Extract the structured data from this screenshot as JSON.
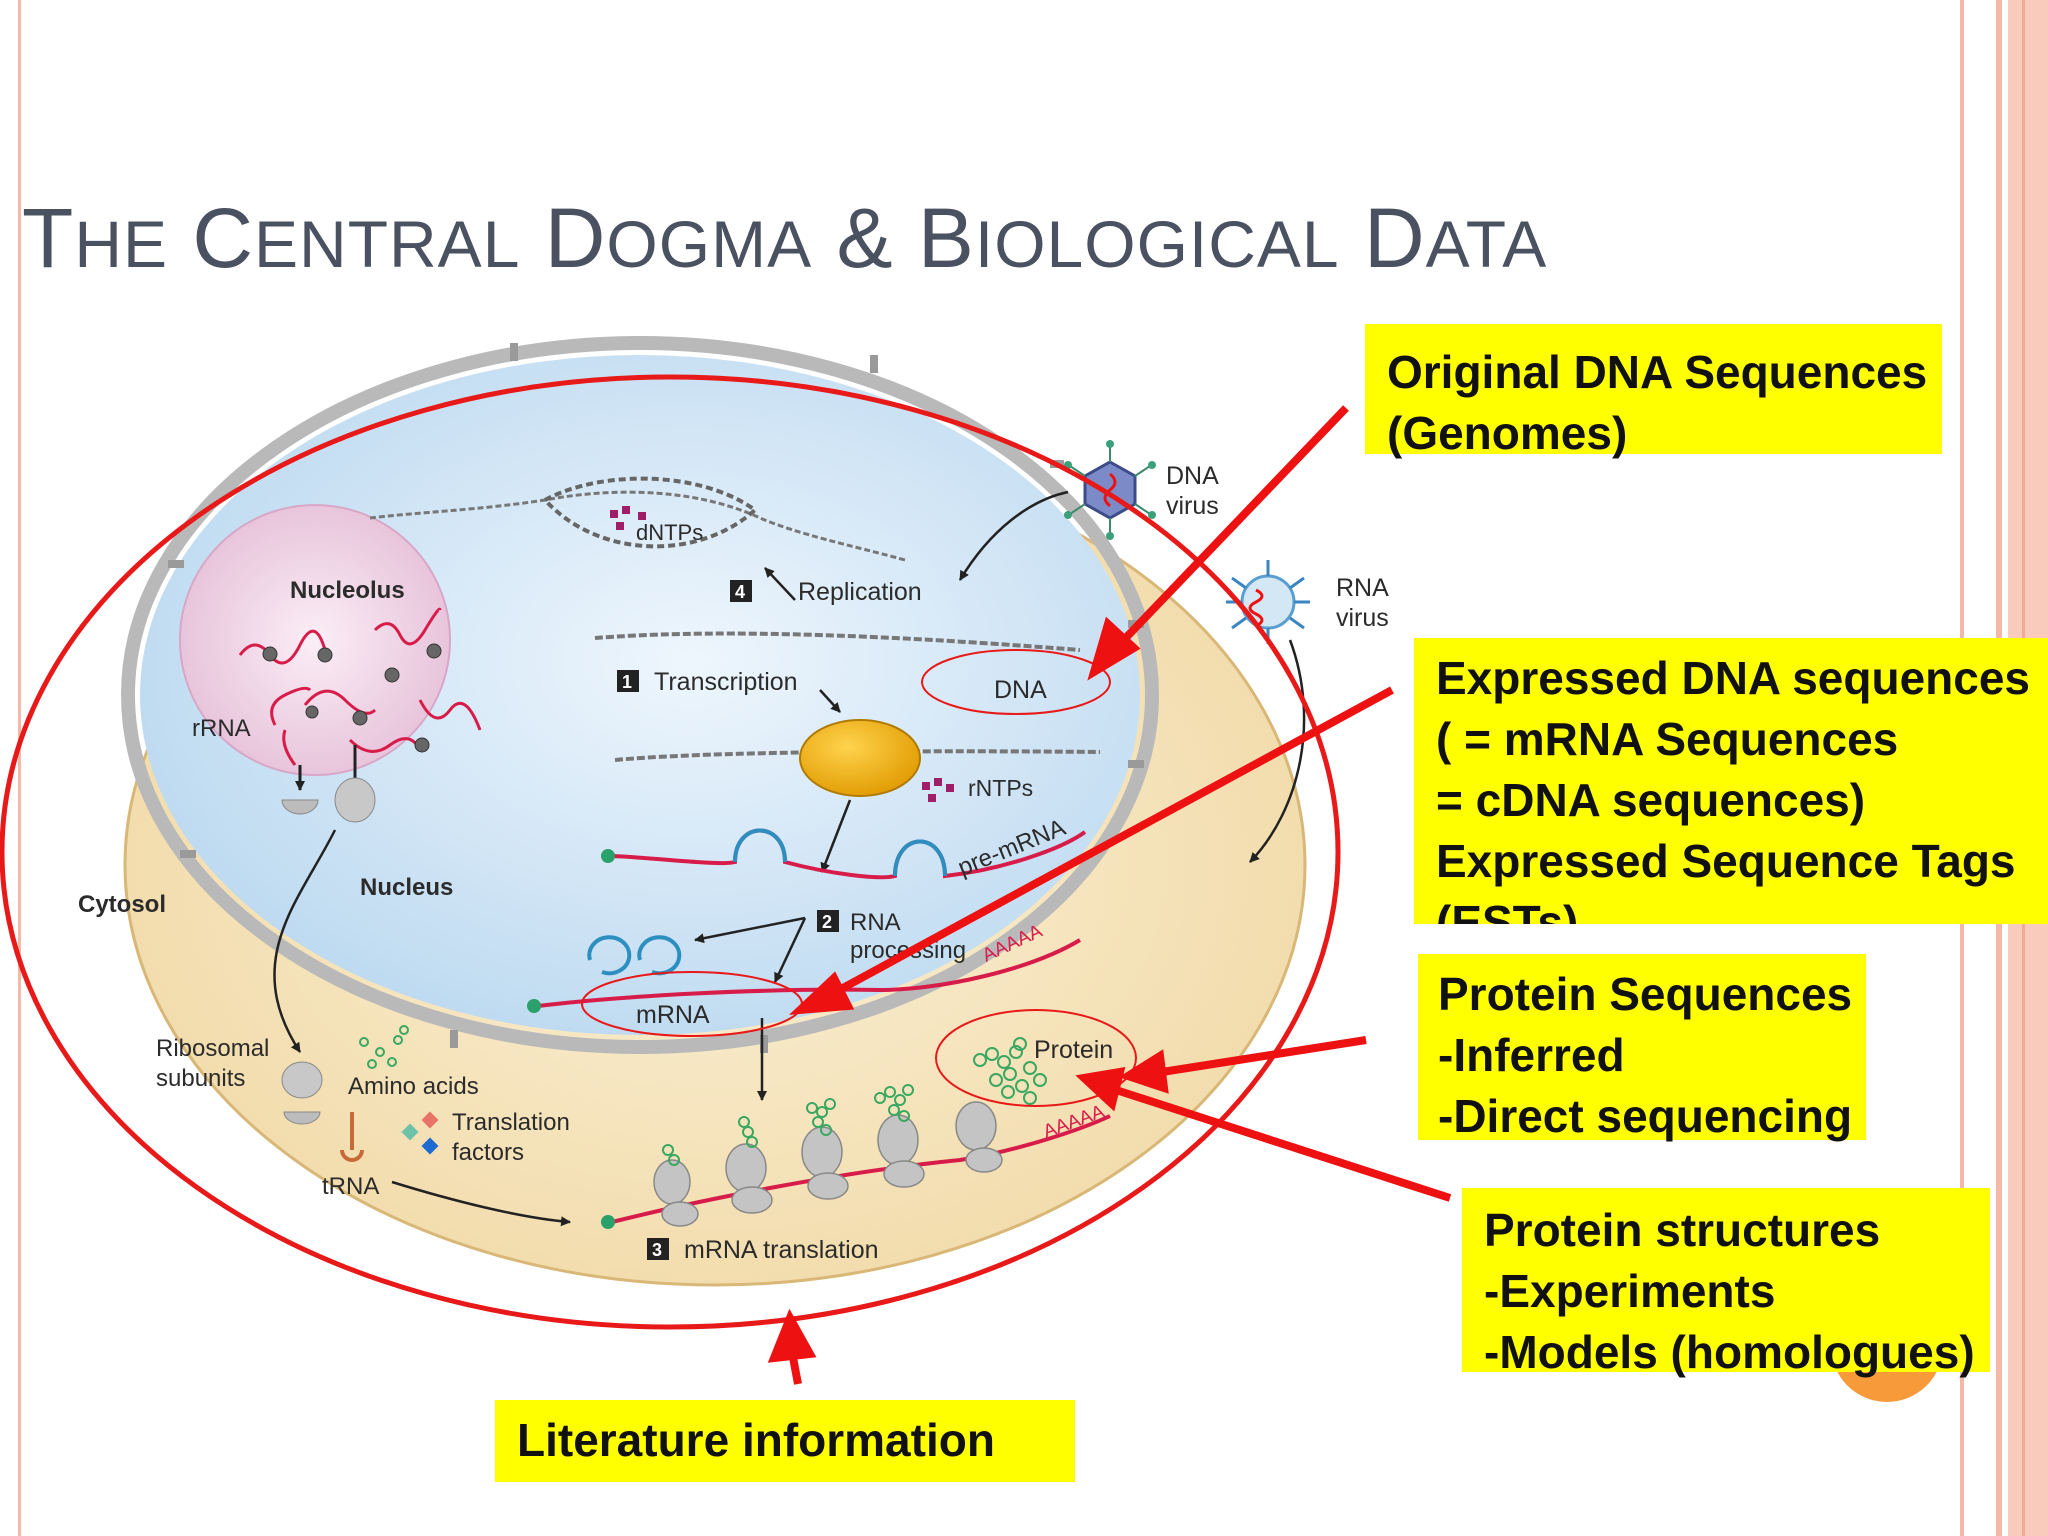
{
  "slide": {
    "title_parts": [
      {
        "big": "T",
        "small": "HE"
      },
      {
        "big": "C",
        "small": "ENTRAL"
      },
      {
        "big": "D",
        "small": "OGMA"
      },
      {
        "big": "&",
        "small": ""
      },
      {
        "big": "B",
        "small": "IOLOGICAL"
      },
      {
        "big": "D",
        "small": "ATA"
      }
    ],
    "accent_color": "#f4b8a6",
    "highlight_color": "#ffff00",
    "arrow_color": "#ee1111"
  },
  "diagram": {
    "nucleolus": "Nucleolus",
    "rrna": "rRNA",
    "nucleus": "Nucleus",
    "cytosol": "Cytosol",
    "dntps": "dNTPs",
    "step4": "4",
    "replication": "Replication",
    "dna_virus_1": "DNA",
    "dna_virus_2": "virus",
    "rna_virus_1": "RNA",
    "rna_virus_2": "virus",
    "step1": "1",
    "transcription": "Transcription",
    "dna": "DNA",
    "rntps": "rNTPs",
    "pre_mrna": "pre-mRNA",
    "step2": "2",
    "rna_processing_1": "RNA",
    "rna_processing_2": "processing",
    "poly_a": "AAAAA",
    "mrna": "mRNA",
    "ribosomal_1": "Ribosomal",
    "ribosomal_2": "subunits",
    "amino_acids": "Amino acids",
    "translation_factors_1": "Translation",
    "translation_factors_2": "factors",
    "trna": "tRNA",
    "protein": "Protein",
    "step3": "3",
    "mrna_translation": "mRNA translation"
  },
  "callouts": {
    "genomes": [
      "Original DNA Sequences",
      "(Genomes)"
    ],
    "expressed": [
      "Expressed DNA sequences",
      "( = mRNA Sequences",
      "= cDNA sequences)",
      "Expressed Sequence Tags",
      "(ESTs)"
    ],
    "protein_sequences": [
      "Protein Sequences",
      "-Inferred",
      "-Direct sequencing"
    ],
    "protein_structures": [
      "Protein structures",
      "-Experiments",
      "-Models (homologues)"
    ],
    "literature": [
      "Literature information"
    ]
  }
}
